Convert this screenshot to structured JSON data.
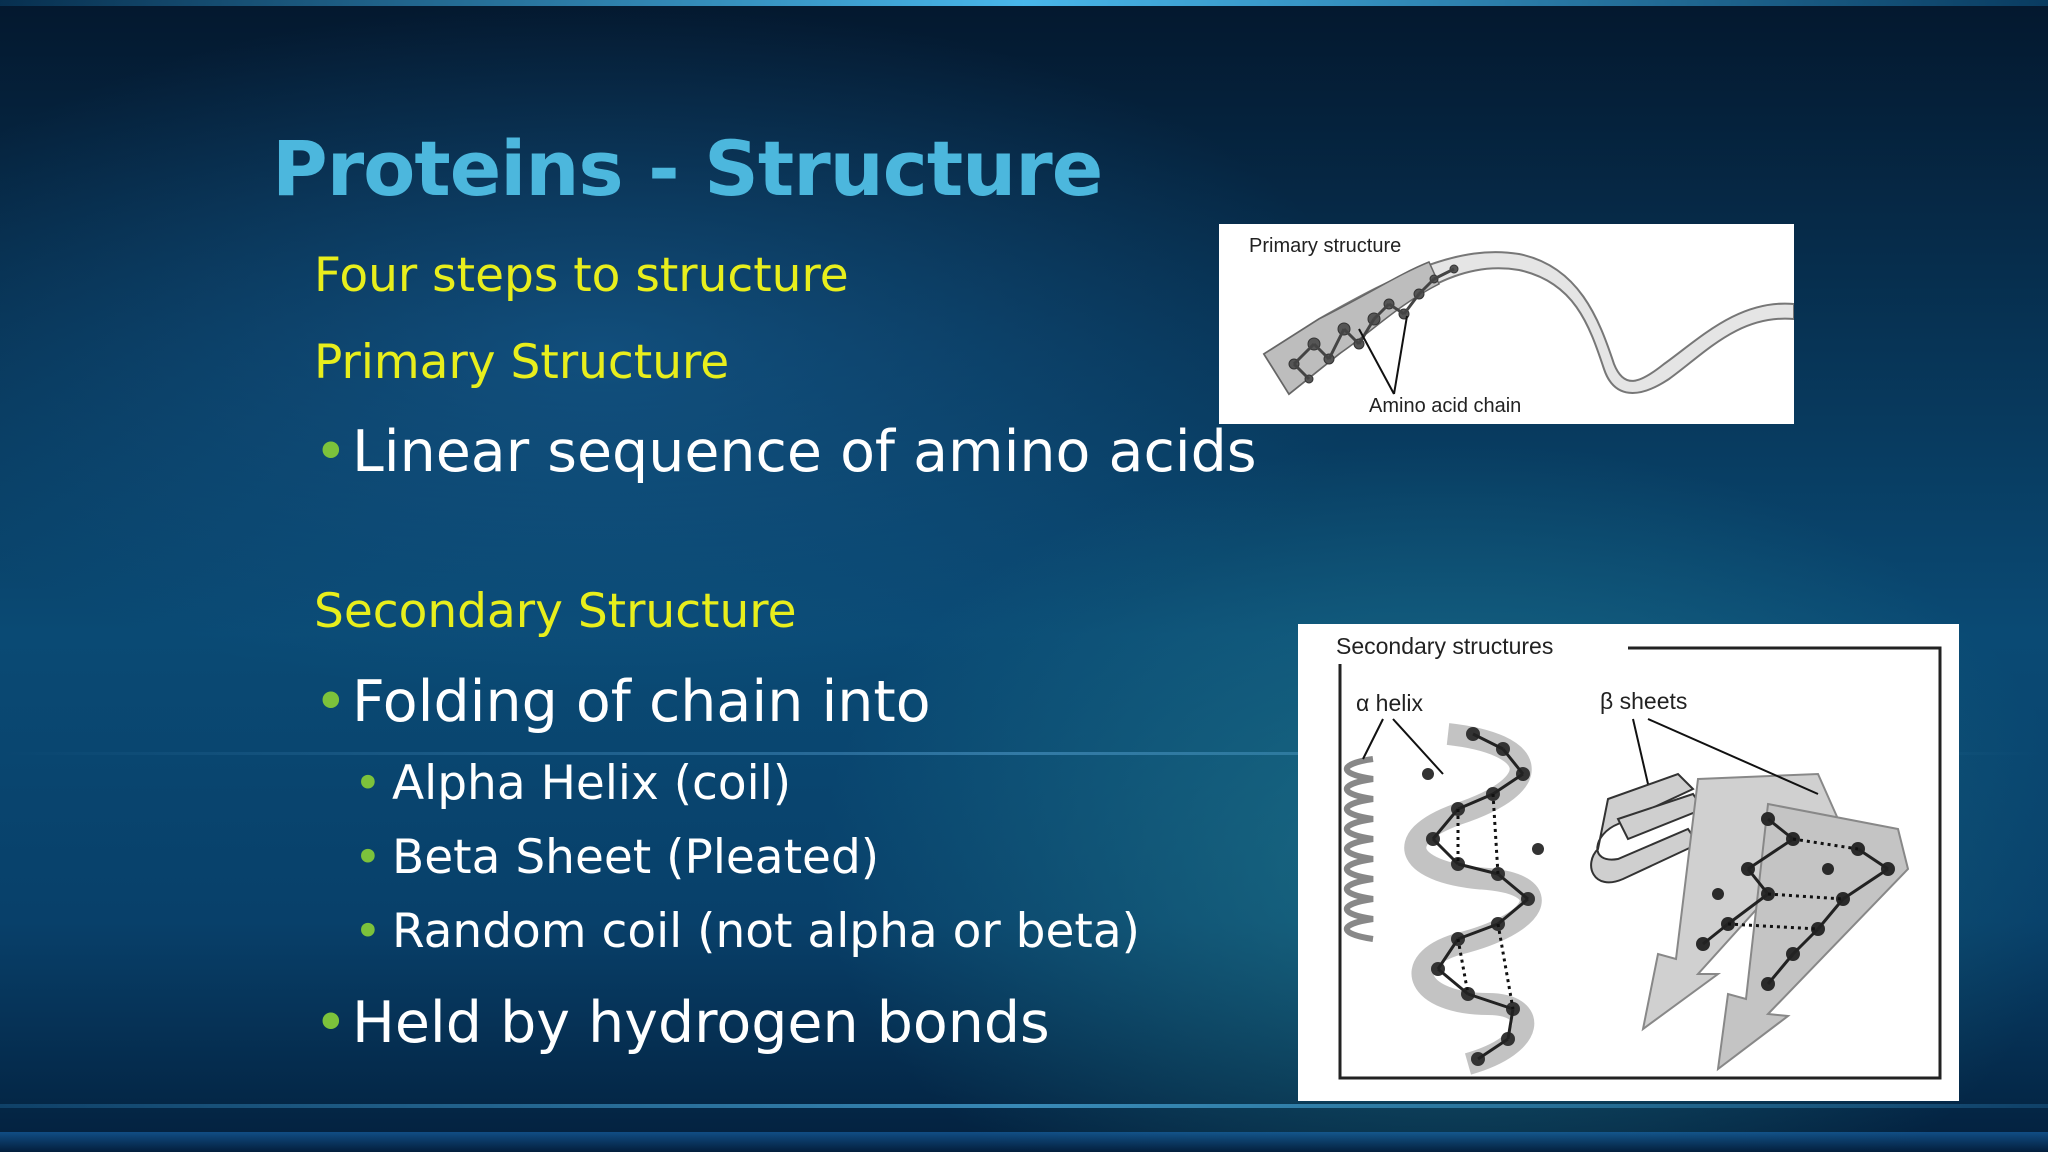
{
  "slide": {
    "title": "Proteins - Structure",
    "intro_heading": "Four steps to structure",
    "primary_heading": "Primary Structure",
    "primary_bullet": "Linear sequence of amino acids",
    "secondary_heading": "Secondary Structure",
    "secondary_bullet": "Folding of chain into",
    "sub_bullets": [
      "Alpha Helix (coil)",
      "Beta Sheet (Pleated)",
      "Random coil (not alpha or beta)"
    ],
    "final_bullet": "Held by hydrogen bonds",
    "bullet_glyph": "•"
  },
  "figure_primary": {
    "label": "Primary structure",
    "callout": "Amino acid chain"
  },
  "figure_secondary": {
    "label": "Secondary structures",
    "alpha_label": "α helix",
    "beta_label": "β sheets"
  },
  "colors": {
    "title": "#4cb7dd",
    "heading": "#e8ee1c",
    "body_text": "#ffffff",
    "bullet": "#7cc23b"
  }
}
